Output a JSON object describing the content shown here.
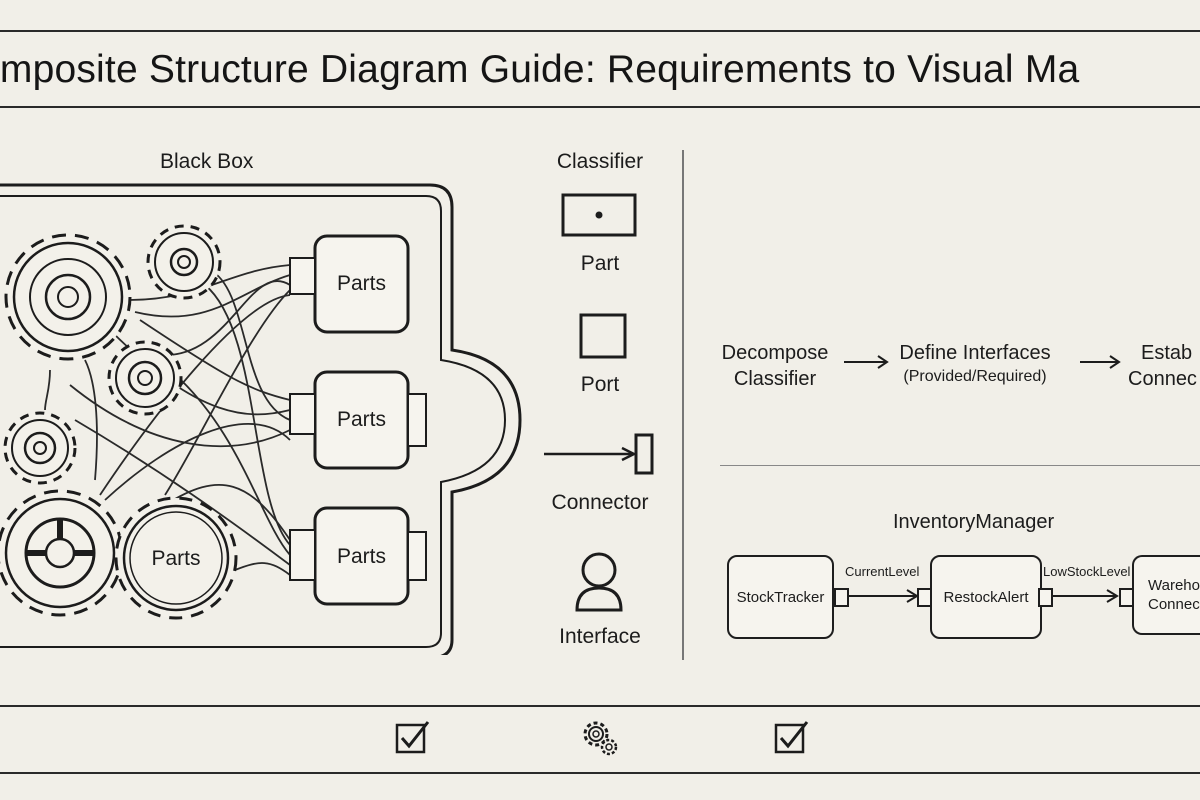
{
  "title": "omposite Structure Diagram Guide: Requirements to Visual Ma",
  "black_box": {
    "heading": "Black Box",
    "part_labels": [
      "Parts",
      "Parts",
      "Parts",
      "Parts"
    ]
  },
  "legend": {
    "heading": "Classifier",
    "items": [
      {
        "label": "Part",
        "icon": "part-icon"
      },
      {
        "label": "Port",
        "icon": "port-icon"
      },
      {
        "label": "Connector",
        "icon": "connector-icon"
      },
      {
        "label": "Interface",
        "icon": "interface-icon"
      }
    ]
  },
  "process_flow": [
    {
      "line1": "Decompose",
      "line2": "Classifier"
    },
    {
      "line1": "Define Interfaces",
      "line2": "(Provided/Required)"
    },
    {
      "line1": "Estab",
      "line2": "Connec"
    }
  ],
  "example": {
    "heading": "InventoryManager",
    "components": [
      "StockTracker",
      "RestockAlert",
      "Wareho Connec"
    ],
    "connectors": [
      "CurrentLevel",
      "LowStockLevel"
    ]
  },
  "footer_icons": [
    "checkbox-checked-icon",
    "gear-settings-icon",
    "checkbox-checked-icon"
  ]
}
